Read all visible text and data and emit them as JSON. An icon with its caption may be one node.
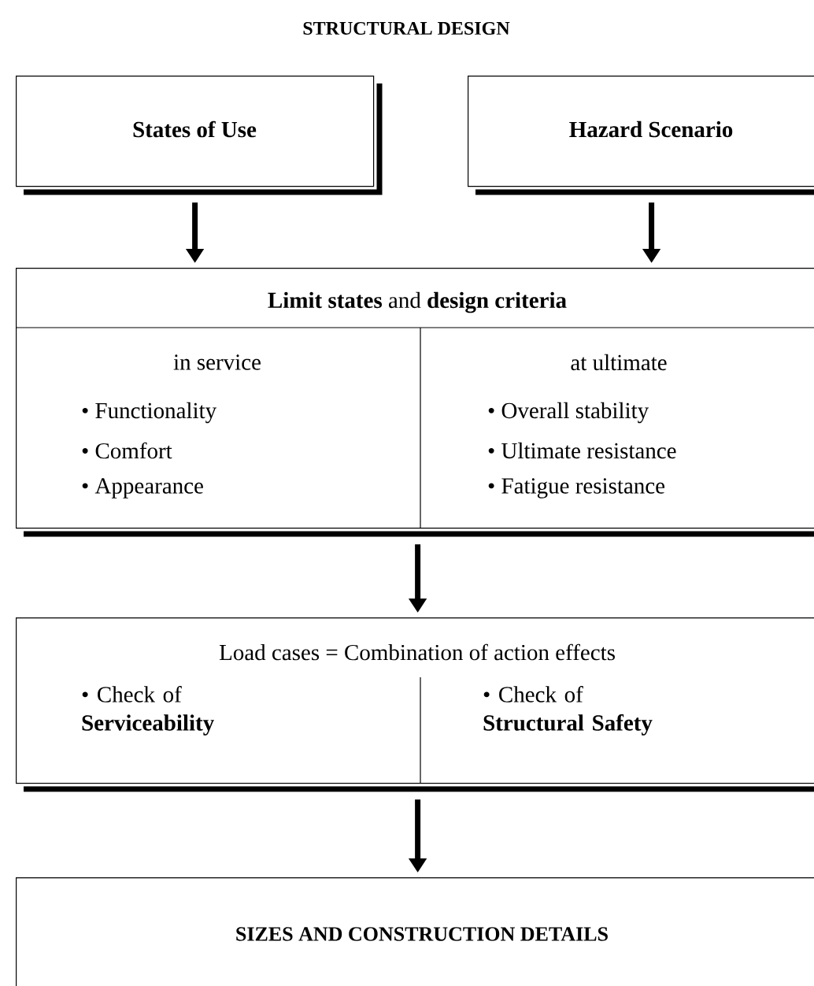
{
  "diagram": {
    "title": "STRUCTURAL DESIGN",
    "nodes": [
      {
        "text": [
          "States of Use"
        ]
      },
      {
        "text": [
          "Hazard Scenario"
        ]
      },
      {
        "text": [
          "**Limit states** and **design criteria**"
        ]
      },
      {
        "text": [
          "in service",
          "• Functionality",
          "• Comfort",
          "• Appearance"
        ],
        "in": 2
      },
      {
        "text": [
          "at ultimate",
          "• Overall stability",
          "• Ultimate resistance",
          "• Fatigue resistance"
        ],
        "in": 2
      },
      {
        "text": [
          "Load cases = Combination of action effects"
        ]
      },
      {
        "text": [
          "• Check of **Serviceability**"
        ],
        "in": 5
      },
      {
        "text": [
          "• Check of **Structural Safety**"
        ],
        "in": 5
      },
      {
        "text": [
          "SIZES AND CONSTRUCTION DETAILS"
        ]
      }
    ],
    "edges": [
      {
        "from": 0,
        "to": 2,
        "arrow": "to"
      },
      {
        "from": 1,
        "to": 2,
        "arrow": "to"
      },
      {
        "from": 2,
        "to": 5,
        "arrow": "to"
      },
      {
        "from": 5,
        "to": 8,
        "arrow": "to"
      }
    ]
  }
}
